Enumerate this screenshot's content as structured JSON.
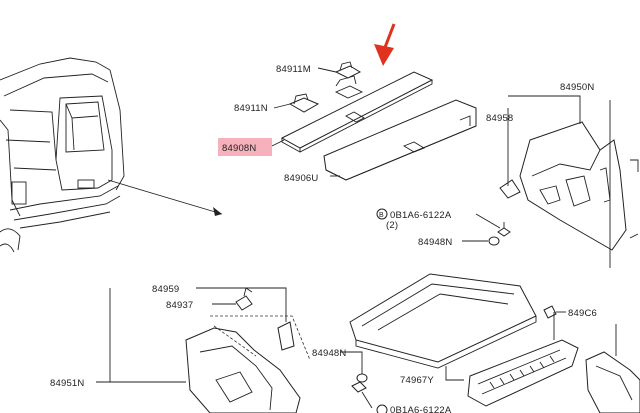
{
  "labels": {
    "l84911M": "84911M",
    "l84911N": "84911N",
    "l84908N": "84908N",
    "l84906U": "84906U",
    "l84950N": "84950N",
    "l84958": "84958",
    "l0816122A": "0B1A6-6122A",
    "l0816122A_qty": "(2)",
    "l84948N_top": "84948N",
    "l84959": "84959",
    "l84937": "84937",
    "l84951N": "84951N",
    "l84948N_bot": "84948N",
    "l74967Y": "74967Y",
    "l849C6": "849C6",
    "l0816122A_bot": "0B1A6-6122A",
    "circle_b": "B"
  },
  "colors": {
    "line": "#222222",
    "arrow_red": "#e0321e",
    "highlight": "#f5a3b0"
  }
}
